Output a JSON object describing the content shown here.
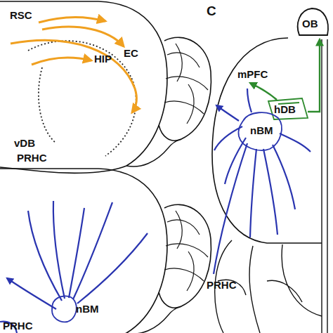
{
  "diagram": {
    "nodes": [
      {
        "text": [
          "OB"
        ]
      },
      {
        "text": [
          "hDB"
        ]
      },
      {
        "text": [
          "nBM"
        ]
      },
      {
        "text": [
          "nBM"
        ]
      }
    ],
    "edges": [
      {
        "from": 1,
        "to": 0,
        "arrow": "to"
      }
    ],
    "labels": [
      "RSC",
      "EC",
      "HIP",
      "vDB",
      "PRHC",
      "PRHC",
      "C",
      "mPFC",
      "PRHC"
    ]
  }
}
